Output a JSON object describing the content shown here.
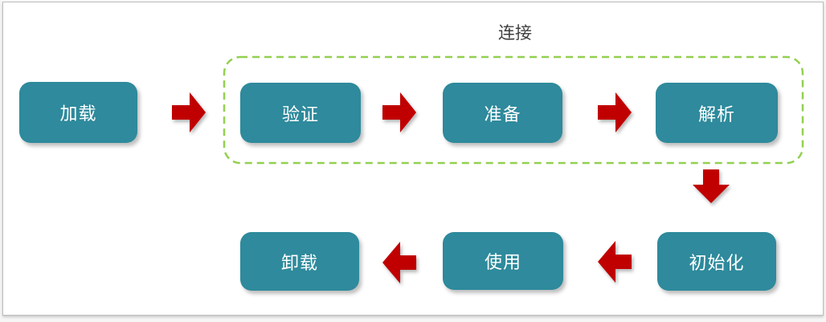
{
  "diagram": {
    "group": {
      "label": "连接"
    },
    "nodes": [
      {
        "id": "load",
        "label": "加载"
      },
      {
        "id": "verify",
        "label": "验证"
      },
      {
        "id": "prepare",
        "label": "准备"
      },
      {
        "id": "resolve",
        "label": "解析"
      },
      {
        "id": "initialize",
        "label": "初始化"
      },
      {
        "id": "use",
        "label": "使用"
      },
      {
        "id": "unload",
        "label": "卸载"
      }
    ],
    "edges": [
      {
        "from": "load",
        "to": "verify",
        "direction": "right"
      },
      {
        "from": "verify",
        "to": "prepare",
        "direction": "right"
      },
      {
        "from": "prepare",
        "to": "resolve",
        "direction": "right"
      },
      {
        "from": "resolve",
        "to": "initialize",
        "direction": "down"
      },
      {
        "from": "initialize",
        "to": "use",
        "direction": "left"
      },
      {
        "from": "use",
        "to": "unload",
        "direction": "left"
      }
    ],
    "colors": {
      "node_fill": "#2E8A9C",
      "node_text": "#FFFFFF",
      "arrow_red": "#C00000",
      "group_border_green": "#92D050",
      "label_text": "#3F3F3F"
    }
  }
}
